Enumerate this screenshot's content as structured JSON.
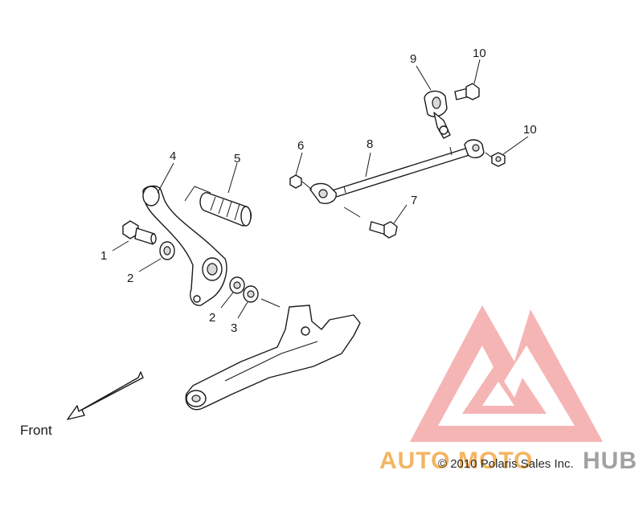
{
  "callouts": {
    "c1": "1",
    "c2a": "2",
    "c2b": "2",
    "c3": "3",
    "c4": "4",
    "c5": "5",
    "c6": "6",
    "c7": "7",
    "c8": "8",
    "c9": "9",
    "c10a": "10",
    "c10b": "10"
  },
  "direction_label": "Front",
  "copyright": "© 2010 Polaris Sales Inc.",
  "watermark": {
    "text_left": "AUTO",
    "text_mid": "MOTO",
    "text_right": "HUB",
    "colors": {
      "logo_red": "#e84a4a",
      "logo_orange": "#f2a33a",
      "text_gray": "#8a8a8a"
    }
  }
}
